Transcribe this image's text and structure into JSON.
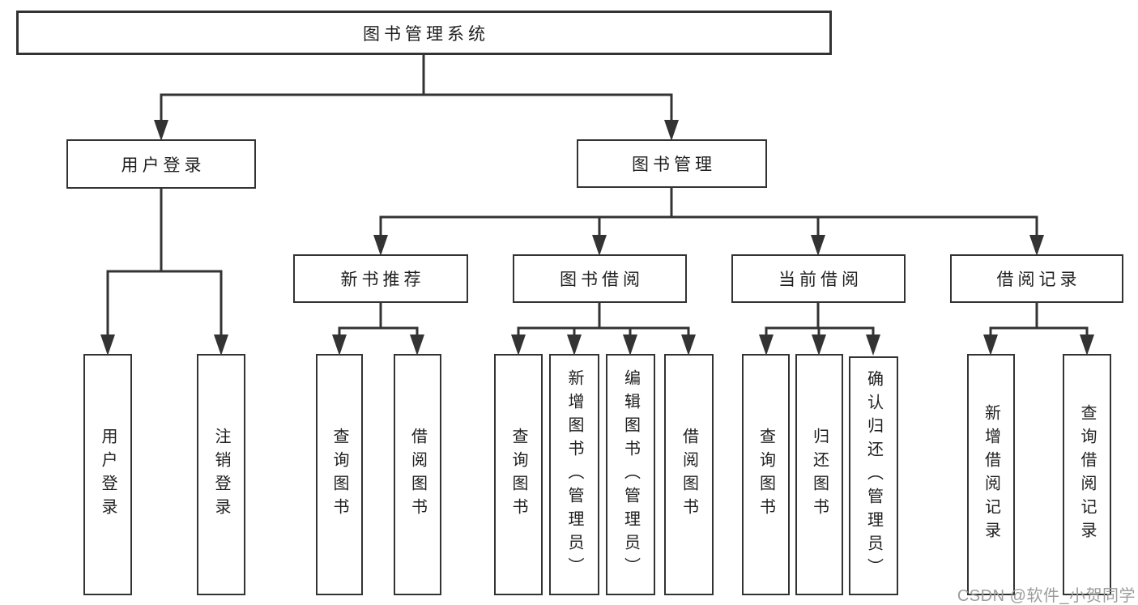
{
  "diagram": {
    "type": "hierarchy-tree",
    "title": "图书管理系统",
    "watermark": "CSDN @软件_小贺同学",
    "colors": {
      "line": "#333333",
      "box_border": "#333333",
      "box_fill": "#ffffff",
      "text": "#1f1f1f",
      "watermark": "#9c9c9c",
      "background": "#ffffff"
    },
    "tree": {
      "label": "图书管理系统",
      "children": [
        {
          "label": "用户登录",
          "children": [
            {
              "label": "用户登录"
            },
            {
              "label": "注销登录"
            }
          ]
        },
        {
          "label": "图书管理",
          "children": [
            {
              "label": "新书推荐",
              "children": [
                {
                  "label": "查询图书"
                },
                {
                  "label": "借阅图书"
                }
              ]
            },
            {
              "label": "图书借阅",
              "children": [
                {
                  "label": "查询图书"
                },
                {
                  "label": "新增图书（管理员）"
                },
                {
                  "label": "编辑图书（管理员）"
                },
                {
                  "label": "借阅图书"
                }
              ]
            },
            {
              "label": "当前借阅",
              "children": [
                {
                  "label": "查询图书"
                },
                {
                  "label": "归还图书"
                },
                {
                  "label": "确认归还（管理员）"
                }
              ]
            },
            {
              "label": "借阅记录",
              "children": [
                {
                  "label": "新增借阅记录"
                },
                {
                  "label": "查询借阅记录"
                }
              ]
            }
          ]
        }
      ]
    }
  }
}
